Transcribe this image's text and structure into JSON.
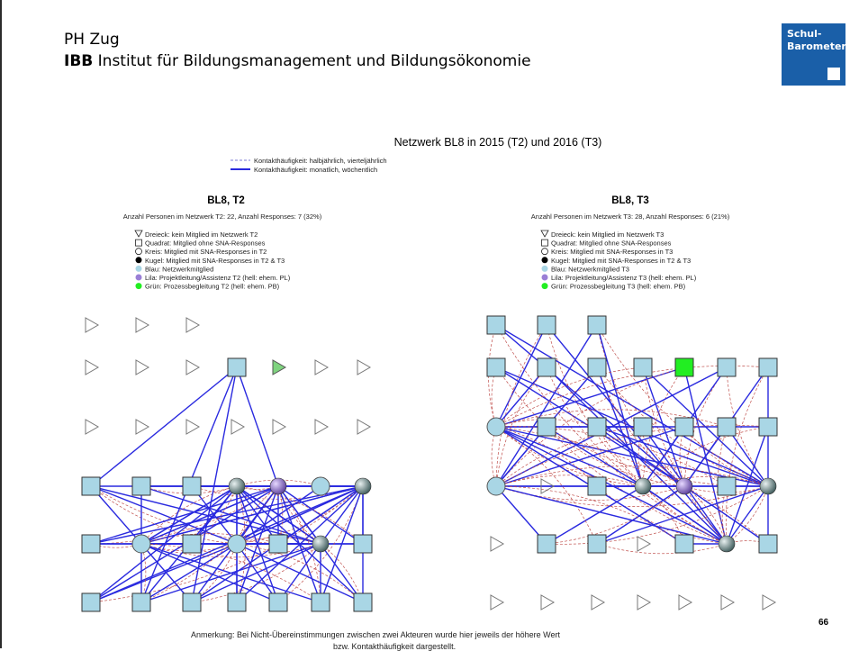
{
  "header": {
    "org": "PH Zug",
    "ibb_abbr": "IBB",
    "ibb_name": "Institut für Bildungsmanagement und Bildungsökonomie",
    "logo_line1": "Schul-",
    "logo_line2": "Barometer"
  },
  "figure": {
    "title": "Netzwerk BL8 in 2015 (T2) und 2016 (T3)",
    "legend_edges": [
      {
        "label": "Kontakthäufigkeit: halbjährlich, vierteljährlich",
        "style": "dashed",
        "color": "#c0504d"
      },
      {
        "label": "Kontakthäufigkeit: monatlich, wöchentlich",
        "style": "solid",
        "color": "#2a2adf"
      }
    ],
    "colors": {
      "blue": "#a9d6e5",
      "purple": "#9a7fd6",
      "green": "#22ee22",
      "light_green": "#7fd37f",
      "strong_edge": "#2a2adf",
      "weak_edge": "#c0504d"
    },
    "panels": [
      {
        "title": "BL8, T2",
        "subtitle": "Anzahl Personen im Netzwerk T2: 22, Anzahl Responses: 7 (32%)",
        "legend": [
          {
            "icon": "triangle-down",
            "text": "Dreieck: kein Mitglied im Netzwerk T2"
          },
          {
            "icon": "square",
            "text": "Quadrat: Mitglied ohne SNA-Responses"
          },
          {
            "icon": "circle",
            "text": "Kreis: Mitglied mit SNA-Responses in T2"
          },
          {
            "icon": "sphere",
            "text": "Kugel: Mitglied mit SNA-Responses in T2 & T3"
          },
          {
            "icon": "dot-blue",
            "text": "Blau: Netzwerkmitglied"
          },
          {
            "icon": "dot-purple",
            "text": "Lila: Projektleitung/Assistenz T2 (hell: ehem. PL)"
          },
          {
            "icon": "dot-green",
            "text": "Grün: Prozessbegleitung T2 (hell: ehem. PB)"
          }
        ]
      },
      {
        "title": "BL8, T3",
        "subtitle": "Anzahl Personen im Netzwerk T3: 28, Anzahl Responses: 6 (21%)",
        "legend": [
          {
            "icon": "triangle-down",
            "text": "Dreieck: kein Mitglied im Netzwerk T3"
          },
          {
            "icon": "square",
            "text": "Quadrat: Mitglied ohne SNA-Responses"
          },
          {
            "icon": "circle",
            "text": "Kreis: Mitglied mit SNA-Responses in T3"
          },
          {
            "icon": "sphere",
            "text": "Kugel: Mitglied mit SNA-Responses in T2 & T3"
          },
          {
            "icon": "dot-blue",
            "text": "Blau: Netzwerkmitglied T3"
          },
          {
            "icon": "dot-purple",
            "text": "Lila: Projektleitung/Assistenz T3 (hell: ehem. PL)"
          },
          {
            "icon": "dot-green",
            "text": "Grün: Prozessbegleitung T3 (hell: ehem. PB)"
          }
        ]
      }
    ]
  },
  "footer": {
    "note_line1": "Anmerkung: Bei Nicht-Übereinstimmungen zwischen zwei Akteuren wurde hier jeweils der höhere Wert",
    "note_line2": "bzw. Kontakthäufigkeit dargestellt.",
    "page_number": "66"
  }
}
